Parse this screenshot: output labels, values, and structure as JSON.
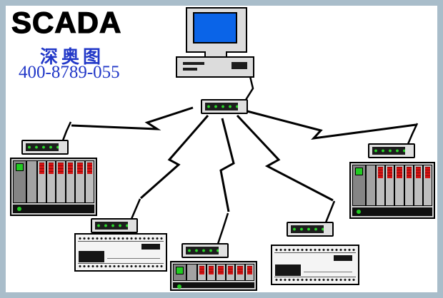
{
  "diagram": {
    "title": "SCADA",
    "company": "深奥图",
    "phone": "400-8789-055"
  },
  "nodes": {
    "host_computer": "desktop-computer",
    "central_modem": "radio-modem",
    "remote_modems": [
      "radio-modem-left",
      "radio-modem-mid-left",
      "radio-modem-bottom-center",
      "radio-modem-bottom-right",
      "radio-modem-right"
    ],
    "plcs": [
      "plc-rack-left",
      "plc-flat-mid-left",
      "plc-rack-bottom-center",
      "plc-flat-bottom-right",
      "plc-rack-right"
    ],
    "links": "lightning-zigzag-x5"
  },
  "colors": {
    "frame": "#a9bdca",
    "background": "#ffffff",
    "screen_blue": "#0a64e8",
    "text_blue": "#2238c8",
    "led_green": "#22cc22",
    "led_red": "#d51212",
    "line": "#000000"
  }
}
